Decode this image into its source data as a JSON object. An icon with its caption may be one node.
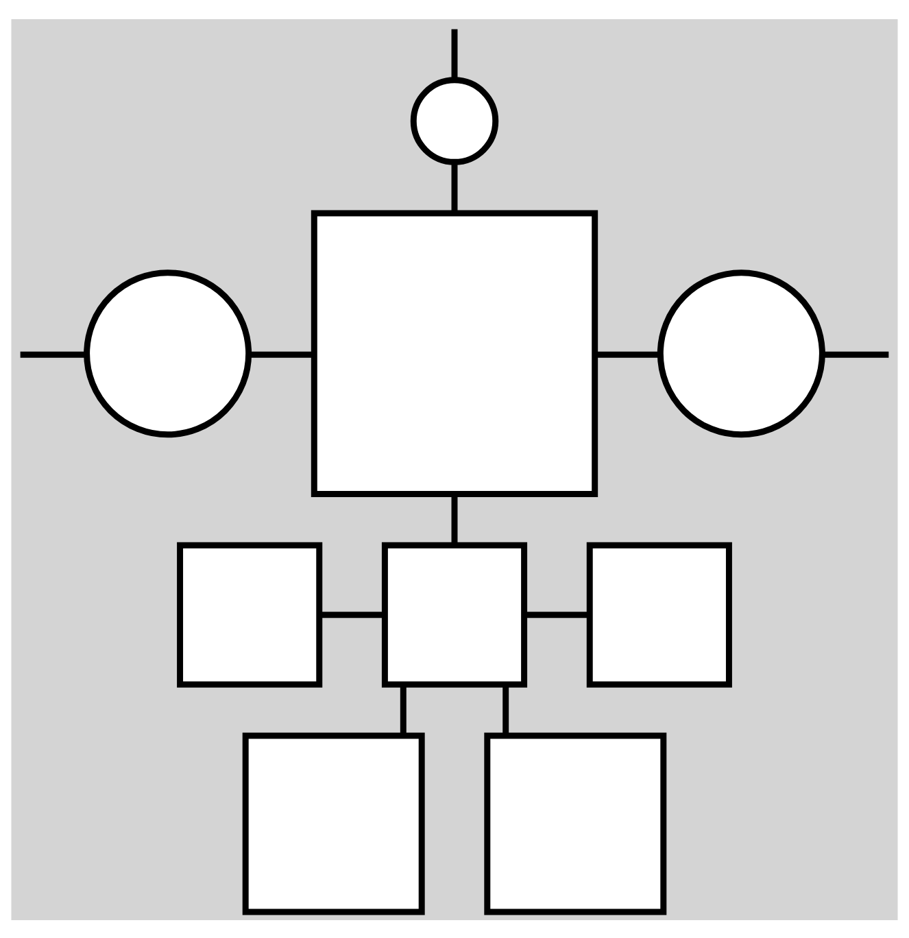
{
  "diagram": {
    "nodes": [
      {
        "text": [],
        "shape": "circle"
      },
      {
        "text": [],
        "shape": "circle"
      },
      {
        "text": [],
        "shape": "box"
      },
      {
        "text": [],
        "shape": "circle"
      },
      {
        "text": [],
        "shape": "box"
      },
      {
        "text": [],
        "shape": "box"
      },
      {
        "text": [],
        "shape": "box"
      },
      {
        "text": [],
        "shape": "box"
      },
      {
        "text": [],
        "shape": "box"
      }
    ],
    "edges": [
      {
        "from": 0,
        "to": null,
        "arrow": "none"
      },
      {
        "from": 0,
        "to": 2,
        "arrow": "none"
      },
      {
        "from": 1,
        "to": null,
        "arrow": "none"
      },
      {
        "from": 1,
        "to": 2,
        "arrow": "none"
      },
      {
        "from": 2,
        "to": 3,
        "arrow": "none"
      },
      {
        "from": 3,
        "to": null,
        "arrow": "none"
      },
      {
        "from": 2,
        "to": 5,
        "arrow": "none"
      },
      {
        "from": 4,
        "to": 5,
        "arrow": "none"
      },
      {
        "from": 5,
        "to": 6,
        "arrow": "none"
      },
      {
        "from": 5,
        "to": 7,
        "arrow": "none"
      },
      {
        "from": 5,
        "to": 8,
        "arrow": "none"
      }
    ]
  }
}
